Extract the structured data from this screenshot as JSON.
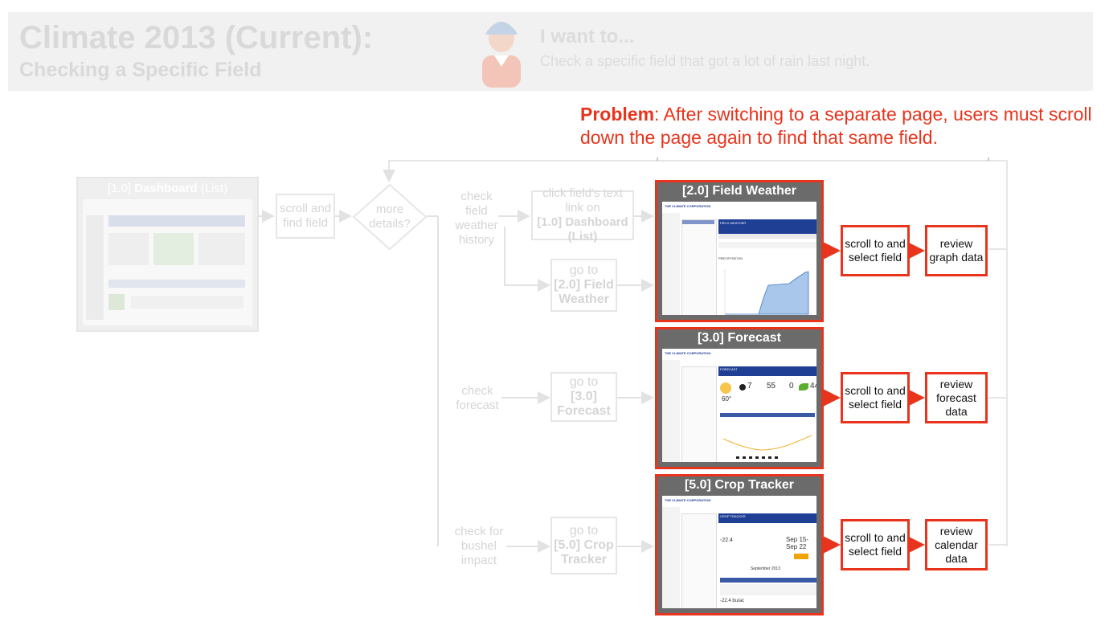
{
  "header": {
    "title": "Climate 2013 (Current):",
    "subtitle": "Checking a Specific Field",
    "want_label": "I want to...",
    "want_desc": "Check a specific field that got a lot of rain last night."
  },
  "problem": {
    "label": "Problem",
    "text": ": After switching to a separate page, users must scroll down the page again to find that same field."
  },
  "dashboard": {
    "code": "[1.0]",
    "name": "Dashboard",
    "suffix": "(List)"
  },
  "faded_nodes": {
    "scroll_find": "scroll and find field",
    "decision": "more details?",
    "check_weather": "check field weather history",
    "check_forecast": "check forecast",
    "check_bushel": "check for bushel impact",
    "click_link_pre": "click field's text link on",
    "click_link_code": "[1.0] Dashboard (List)",
    "goto_weather_pre": "go to",
    "goto_weather_code": "[2.0] Field Weather",
    "goto_forecast_pre": "go to",
    "goto_forecast_code": "[3.0] Forecast",
    "goto_crop_pre": "go to",
    "goto_crop_code": "[5.0] Crop Tracker"
  },
  "screens": [
    {
      "title": "[2.0] Field Weather",
      "step1": "scroll to and select field",
      "step2": "review graph data"
    },
    {
      "title": "[3.0] Forecast",
      "step1": "scroll to and select field",
      "step2": "review forecast data"
    },
    {
      "title": "[5.0] Crop Tracker",
      "step1": "scroll to and select field",
      "step2": "review calendar data"
    }
  ],
  "mock": {
    "brand": "THE CLIMATE CORPORATION",
    "weather_banner": "FIELD WEATHER",
    "precip": "PRECIPITATION",
    "forecast_banner": "FORECAST",
    "forecast_temps": [
      "7",
      "55",
      "0",
      "44"
    ],
    "forecast_now": "60°",
    "crop_banner": "CROP TRACKER",
    "crop_value": "-22.4",
    "crop_dates": "Sep 15-Sep 22",
    "crop_month": "September 2013",
    "crop_bottom": "-22.4",
    "crop_bottom_unit": "bu/ac"
  },
  "colors": {
    "accent": "#e8341c",
    "faded": "#d5d5d5",
    "screen_frame": "#6b6b6b",
    "app_blue": "#1f3f95"
  }
}
